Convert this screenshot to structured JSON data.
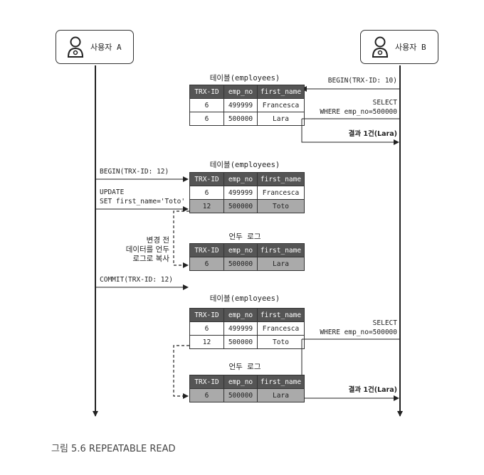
{
  "actors": {
    "a": "사용자 A",
    "b": "사용자 B"
  },
  "labels": {
    "begin_b": "BEGIN(TRX-ID: 10)",
    "select1_a": "SELECT",
    "select1_b": "WHERE emp_no=500000",
    "result1": "결과 1건(Lara)",
    "begin_a": "BEGIN(TRX-ID: 12)",
    "update_a": "UPDATE",
    "update_b": "SET first_name='Toto'",
    "note_lines": [
      "변경 전",
      "데이터를 언두",
      "로그로 복사"
    ],
    "commit_a": "COMMIT(TRX-ID: 12)",
    "select2_a": "SELECT",
    "select2_b": "WHERE emp_no=500000",
    "result2": "결과 1건(Lara)"
  },
  "headers": [
    "TRX-ID",
    "emp_no",
    "first_name"
  ],
  "tables": {
    "t1": {
      "title": "테이블(employees)",
      "rows": [
        [
          "6",
          "499999",
          "Francesca"
        ],
        [
          "6",
          "500000",
          "Lara"
        ]
      ]
    },
    "t2": {
      "title": "테이블(employees)",
      "rows": [
        [
          "6",
          "499999",
          "Francesca"
        ],
        [
          "12",
          "500000",
          "Toto"
        ]
      ]
    },
    "u1": {
      "title": "언두 로그",
      "rows": [
        [
          "6",
          "500000",
          "Lara"
        ]
      ]
    },
    "t3": {
      "title": "테이블(employees)",
      "rows": [
        [
          "6",
          "499999",
          "Francesca"
        ],
        [
          "12",
          "500000",
          "Toto"
        ]
      ]
    },
    "u2": {
      "title": "언두 로그",
      "rows": [
        [
          "6",
          "500000",
          "Lara"
        ]
      ]
    }
  },
  "caption": "그림 5.6 REPEATABLE READ"
}
